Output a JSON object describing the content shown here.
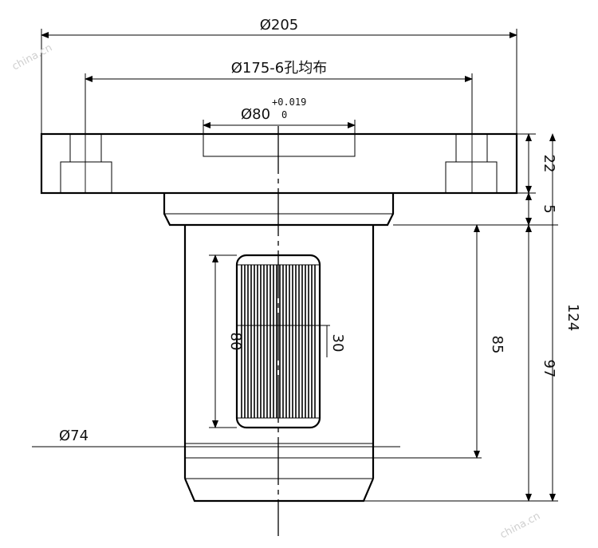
{
  "dimensions": {
    "flange_diameter": "Ø205",
    "bolt_circle": "Ø175-6孔均布",
    "bore_diameter": "Ø80",
    "bore_tol_upper": "+0.019",
    "bore_tol_lower": "0",
    "flange_thickness": "22",
    "step_height": "5",
    "total_height": "124",
    "body_height": "97",
    "spline_to_bottom": "85",
    "spline_length": "80",
    "spline_width": "30",
    "shaft_diameter": "Ø74"
  },
  "watermarks": {
    "top_left": "china.cn",
    "bottom_right": "china.cn"
  },
  "colors": {
    "line": "#000000",
    "background": "#ffffff"
  }
}
